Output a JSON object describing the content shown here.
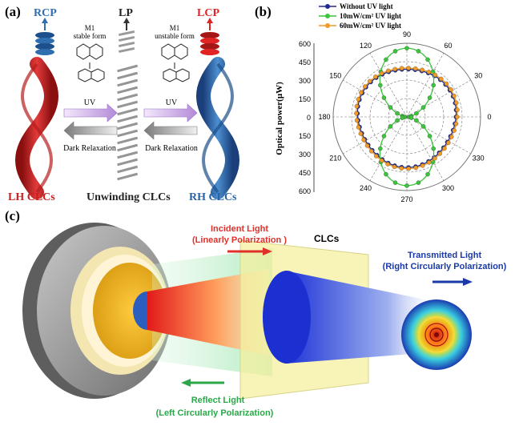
{
  "panel_a": {
    "label": "(a)",
    "rcp": "RCP",
    "lp": "LP",
    "lcp": "LCP",
    "m1_stable_line1": "M1",
    "m1_stable_line2": "stable form",
    "m1_unstable_line1": "M1",
    "m1_unstable_line2": "unstable form",
    "uv_left": "UV",
    "uv_right": "UV",
    "dark_left": "Dark Relaxation",
    "dark_right": "Dark Relaxation",
    "lh_clcs": "LH CLCs",
    "unwinding": "Unwinding CLCs",
    "rh_clcs": "RH CLCs",
    "colors": {
      "red": "#cc2020",
      "blue": "#2a64a6",
      "lcp": "#e02424",
      "rcp": "#2f6fb0"
    }
  },
  "panel_b": {
    "label": "(b)",
    "legend": [
      {
        "name": "Without UV light",
        "color": "#1f2a8c"
      },
      {
        "name": "10mW/cm² UV light",
        "color": "#3cc43c"
      },
      {
        "name": "60mW/cm² UV light",
        "color": "#f09a2a"
      }
    ],
    "ylabel": "Optical power(μW)",
    "radial_ticks_upper": [
      "600",
      "450",
      "300",
      "150",
      "0"
    ],
    "radial_ticks_lower": [
      "150",
      "300",
      "450",
      "600"
    ],
    "angle_labels": [
      {
        "deg": 0,
        "text": "0"
      },
      {
        "deg": 30,
        "text": "30"
      },
      {
        "deg": 60,
        "text": "60"
      },
      {
        "deg": 90,
        "text": "90"
      },
      {
        "deg": 120,
        "text": "120"
      },
      {
        "deg": 150,
        "text": "150"
      },
      {
        "deg": 180,
        "text": "180"
      },
      {
        "deg": 210,
        "text": "210"
      },
      {
        "deg": 240,
        "text": "240"
      },
      {
        "deg": 270,
        "text": "270"
      },
      {
        "deg": 300,
        "text": "300"
      },
      {
        "deg": 330,
        "text": "330"
      }
    ]
  },
  "chart_data": {
    "type": "polar",
    "r_range": [
      0,
      600
    ],
    "r_ticks": [
      0,
      150,
      300,
      450,
      600
    ],
    "theta_unit": "degrees",
    "series": [
      {
        "name": "Without UV light",
        "model": "constant",
        "r_mean": 400
      },
      {
        "name": "10mW/cm² UV light",
        "model": "dipole_vertical",
        "r_max": 560,
        "r_min": 20
      },
      {
        "name": "60mW/cm² UV light",
        "model": "constant",
        "r_mean": 410
      }
    ]
  },
  "panel_c": {
    "label": "(c)",
    "incident_line1": "Incident Light",
    "incident_line2": "(Linearly Polarization )",
    "clcs": "CLCs",
    "transmitted_line1": "Transmitted Light",
    "transmitted_line2": "(Right Circularly Polarization)",
    "reflect_line1": "Reflect Light",
    "reflect_line2": "(Left Circularly Polarization)",
    "colors": {
      "incident": "#e0302a",
      "transmitted": "#1a3aa8",
      "reflect": "#2aa84a"
    }
  }
}
